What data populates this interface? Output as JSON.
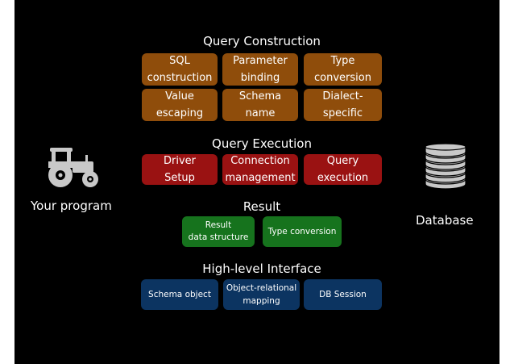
{
  "sections": {
    "query_construction": {
      "title": "Query Construction",
      "boxes": [
        "SQL\nconstruction",
        "Parameter\nbinding",
        "Type\nconversion",
        "Value\nescaping",
        "Schema\nname",
        "Dialect-\nspecific"
      ]
    },
    "query_execution": {
      "title": "Query Execution",
      "boxes": [
        "Driver\nSetup",
        "Connection\nmanagement",
        "Query\nexecution"
      ]
    },
    "result": {
      "title": "Result",
      "boxes": [
        "Result\ndata structure",
        "Type conversion"
      ]
    },
    "high_level": {
      "title": "High-level Interface",
      "boxes": [
        "Schema object",
        "Object-relational\nmapping",
        "DB Session"
      ]
    }
  },
  "left": {
    "label": "Your program",
    "icon": "tractor-icon"
  },
  "right": {
    "label": "Database",
    "icon": "database-icon"
  },
  "colors": {
    "background": "#000000",
    "query_construction": "#8f4d0b",
    "query_execution": "#9a1212",
    "result": "#16731d",
    "high_level": "#0c3461"
  }
}
